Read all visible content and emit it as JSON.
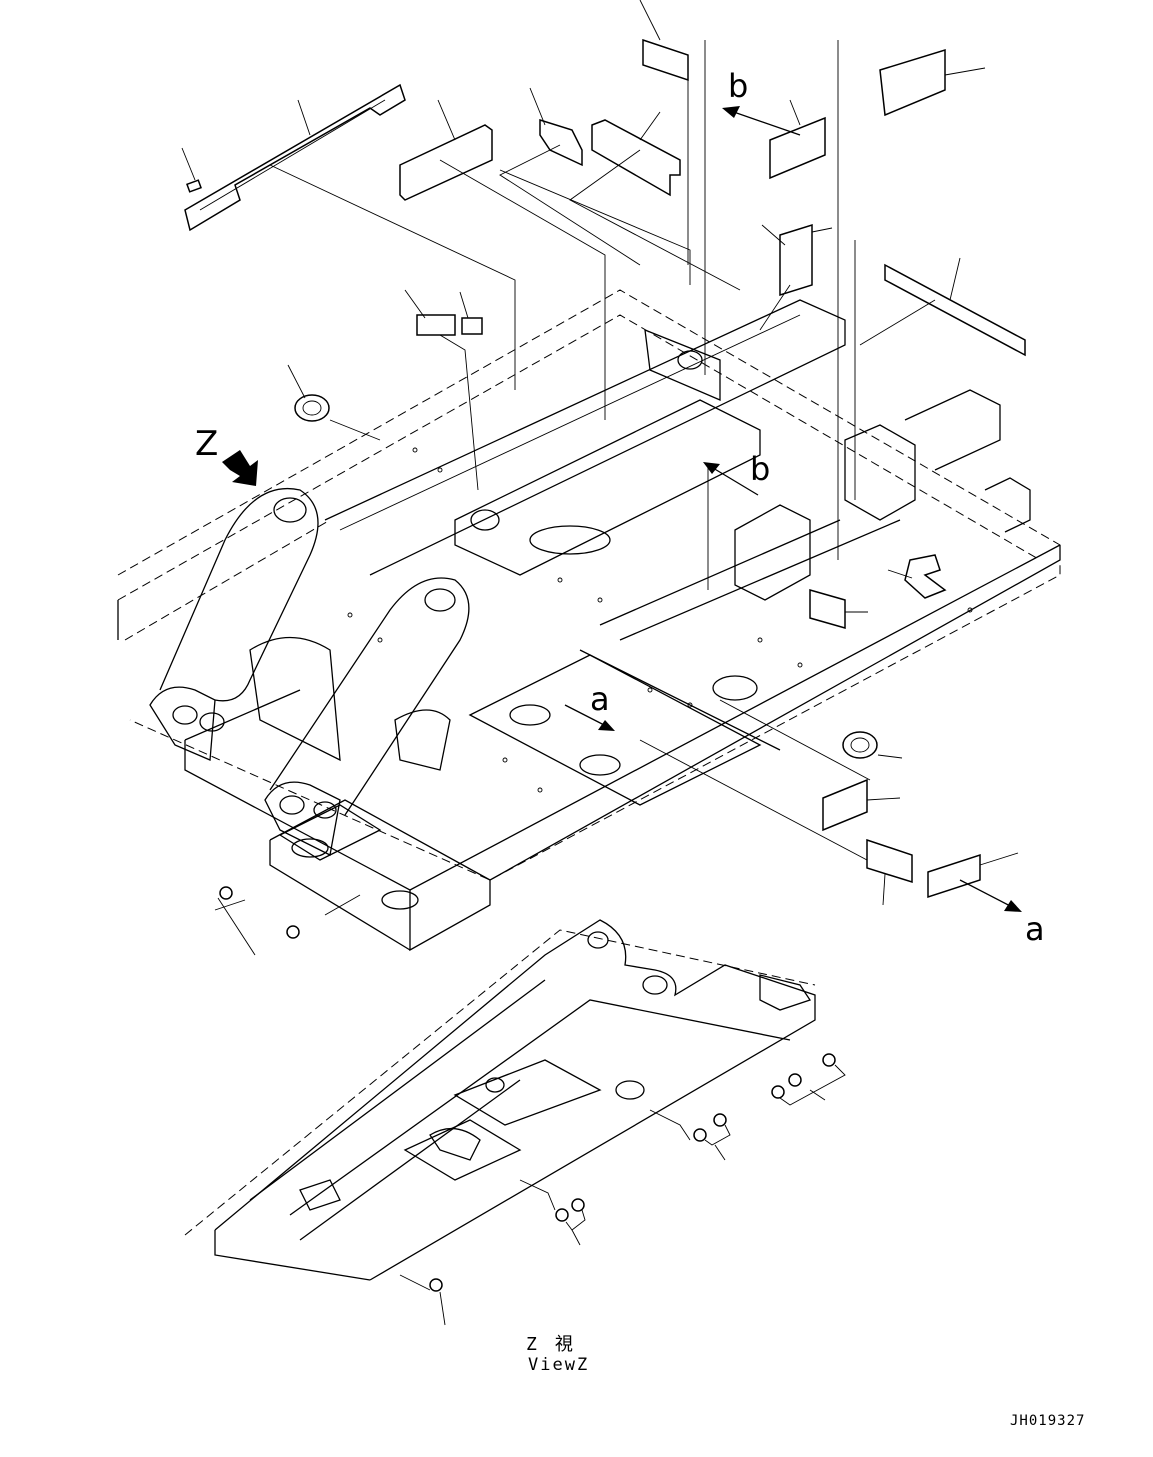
{
  "labels": {
    "view_letter": "Z",
    "b_upper": "b",
    "b_lower": "b",
    "a_upper": "a",
    "a_lower": "a"
  },
  "caption": {
    "line1": "Z　視",
    "line2": "ViewZ"
  },
  "drawing_number": "JH019327"
}
